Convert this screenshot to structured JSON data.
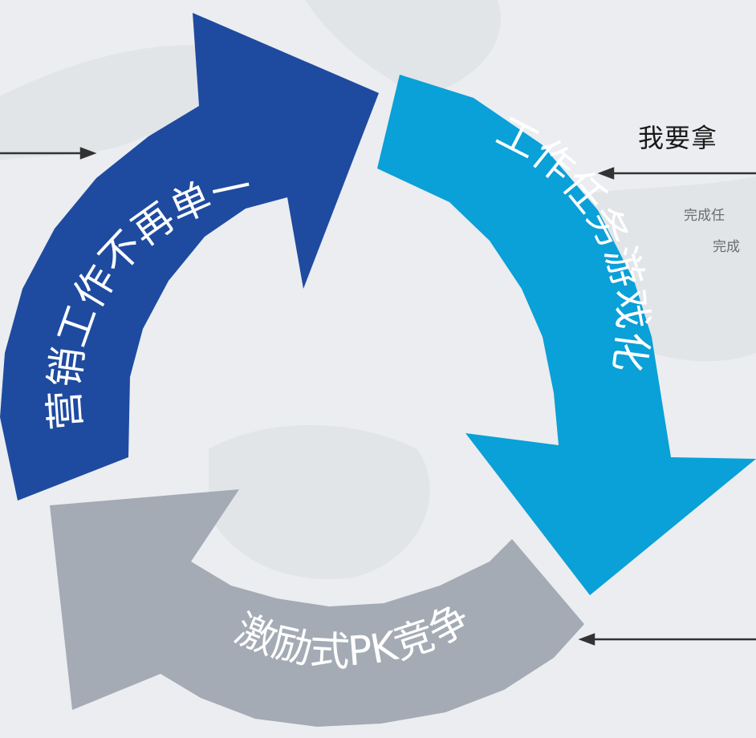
{
  "cycle": {
    "steps": [
      {
        "label": "营销工作不再单一",
        "color": "#1e4ba0"
      },
      {
        "label": "工作任务游戏化",
        "color": "#0aa0d8"
      },
      {
        "label": "激励式PK竞争",
        "color": "#a4abb4"
      }
    ]
  },
  "side_text": {
    "title": "我要拿",
    "line1": "完成任",
    "line2": "完成"
  },
  "colors": {
    "background": "#ebedf0",
    "connector": "#333333",
    "label_text": "#ffffff"
  }
}
